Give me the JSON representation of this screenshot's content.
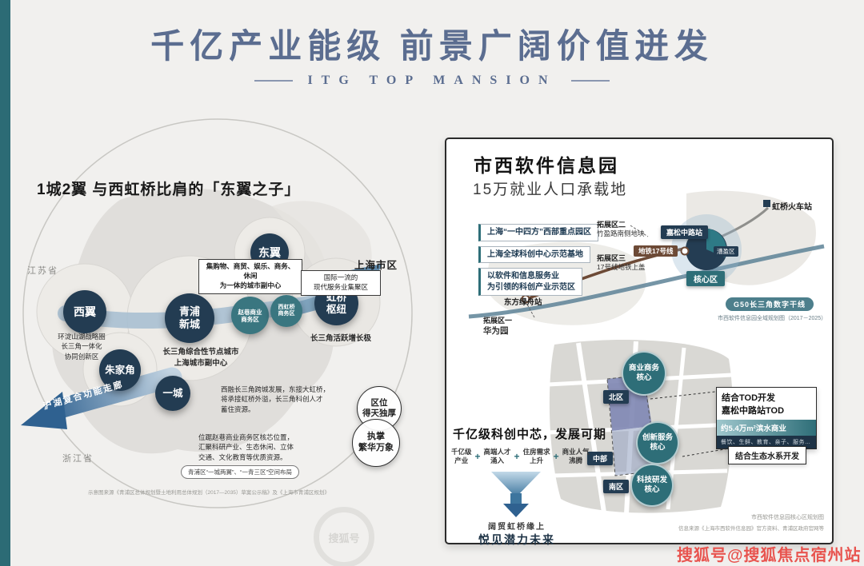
{
  "page": {
    "watermark": "搜狐号@搜狐焦点宿州站",
    "ghost_watermark": "搜狐号",
    "colors": {
      "background": "#f1f0ee",
      "accent_teal": "#2e6e78",
      "navy": "#233c52",
      "title_blue": "#5b6d90",
      "metro_brown": "#6d4a36",
      "watermark_red": "#e8544f"
    }
  },
  "header": {
    "title": "千亿产业能级  前景广阔价值迸发",
    "subtitle": "ITG TOP MANSION"
  },
  "left_map": {
    "title": "1城2翼 与西虹桥比肩的「东翼之子」",
    "regions": {
      "jiangsu": "江苏省",
      "zhejiang": "浙江省",
      "shanghai": "上海市区"
    },
    "nodes": {
      "east_wing": "东翼",
      "west_wing": "西翼",
      "qingpu_new_city": "青浦\n新城",
      "zhujiajiao": "朱家角",
      "one_city": "一城",
      "hongqiao_hub": "虹桥\n枢纽",
      "zhaoxiang_biz": "赵巷商业\n商务区",
      "west_hongqiao_biz": "西虹桥\n商务区"
    },
    "annotations": {
      "east_wing_box": "集购物、商贸、娱乐、商务、休闲\n为一体的城市副中心",
      "hongqiao_note": "国际一流的\n现代服务业集聚区",
      "hongqiao_growth": "长三角活跃增长极",
      "qingpu_note": "长三角综合性节点城市\n上海城市副中心",
      "west_wing_note": "环淀山湖战略圈\n长三角一体化\n协同创新区",
      "corridor": "沪湖复合功能走廊",
      "para_east": "西融长三角跨城发展，东接大虹桥，\n将承接虹桥外溢，长三角科创人才\n蓄住资源。",
      "para_zhaoxiang": "位踞赵巷商业商务区核芯位置，\n汇聚科研产业、生态休闲、立体\n交通、文化教育等优质资源。",
      "badge_location": "区位\n得天独厚",
      "badge_prosperity": "执掌\n繁华万象",
      "layout_pill": "青浦区“一城两翼”、“一青三区”空间布局",
      "source": "示意图来源《青浦区总体规划暨土地利用总体规划（2017—2035）草案公示稿》及《上海市青浦区规划》"
    }
  },
  "right_map": {
    "title": "市西软件信息园",
    "subtitle": "15万就业人口承载地",
    "bullets": [
      {
        "text": "上海“一中四方”西部重点园区"
      },
      {
        "text": "上海全球科创中心示范基地"
      },
      {
        "text": "以软件和信息服务业\n为引领的科创产业示范区"
      }
    ],
    "upper": {
      "hongqiao_station": "虹桥火车站",
      "expand2_title": "拓展区二",
      "expand2_sub": "竹盈路南侧地块",
      "jiasong_station": "嘉松中路站",
      "metro_line": "地铁17号线",
      "caoying": "漕盈区",
      "expand3_title": "拓展区三",
      "expand3_sub": "17号线地铁上盖",
      "core_zone": "核心区",
      "dongfang_station": "东方绿舟站",
      "expand1_title": "拓展区一",
      "expand1_sub": "华为园",
      "g50": "G50长三角数字干线",
      "plan_caption": "市西软件信息园全域规划图（2017－2025）"
    },
    "lower": {
      "biz_core": "商业商务\n核心",
      "north": "北区",
      "innovation_core": "创新服务\n核心",
      "middle": "中部",
      "south": "南区",
      "tech_core": "科技研发\n核心"
    },
    "tod": {
      "line1": "结合TOD开发",
      "line2": "嘉松中路站TOD",
      "highlight": "约5.4万m²滨水商业",
      "detail": "餐饮、生鲜、教育、亲子、服务…",
      "eco": "结合生态水系开发"
    },
    "bottom": {
      "headline": "千亿级科创中芯，发展可期",
      "chain": [
        {
          "text": "千亿级\n产业"
        },
        {
          "text": "高端人才\n涌入"
        },
        {
          "text": "住房需求\n上升"
        },
        {
          "text": "商业人气\n沸腾"
        }
      ],
      "plus": "+",
      "slogan1": "阔贸虹桥缘上",
      "slogan2": "悦见潜力未来",
      "caption1": "市西软件信息园核心区规划图",
      "caption2": "信息来源《上海市西软件信息园》官方资料、青浦区政府官网等"
    }
  }
}
